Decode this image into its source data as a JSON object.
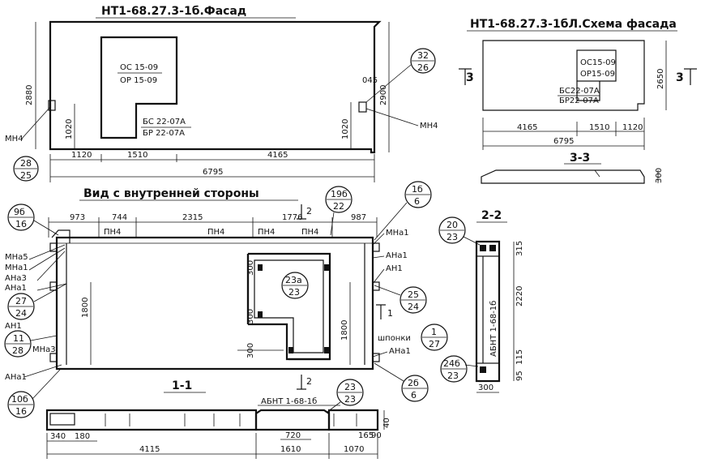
{
  "titles": {
    "facade": "НТ1-68.27.3-1б.Фасад",
    "schema": "НТ1-68.27.3-1бЛ.Схема фасада",
    "inner_view": "Вид с внутренней стороны",
    "section_11": "1-1",
    "section_22": "2-2",
    "section_33": "3-3"
  },
  "facade": {
    "opening_top": "ОС 15-09",
    "opening_bot": "ОР 15-09",
    "door_top": "БС 22-07А",
    "door_bot": "БР 22-07А",
    "dim_height_left": "2880",
    "dim_height_right": "2900",
    "dim_1020_left": "1020",
    "dim_1020_right": "1020",
    "dim_045": "045",
    "dim_1120": "1120",
    "dim_1510": "1510",
    "dim_4165": "4165",
    "dim_6795": "6795",
    "mn_left": "МН4",
    "mn_right": "МН4",
    "callout_left_top": "28",
    "callout_left_bot": "25",
    "callout_right_top": "32",
    "callout_right_bot": "26"
  },
  "schema": {
    "opening_top": "ОС15-09",
    "opening_bot": "ОР15-09",
    "door_top": "БС22-07А",
    "door_bot": "БР22-07А",
    "dim_height": "2650",
    "dim_4165": "4165",
    "dim_1510": "1510",
    "dim_1120": "1120",
    "dim_6795": "6795",
    "cut_left": "3",
    "cut_right": "3",
    "dim_300": "300"
  },
  "inner": {
    "dim_973": "973",
    "dim_744": "744",
    "dim_2315": "2315",
    "dim_1776": "1776",
    "dim_987": "987",
    "pn_1": "ПН4",
    "pn_2": "ПН4",
    "pn_3": "ПН4",
    "pn_4": "ПН4",
    "cut_mark_top": "2",
    "cut_mark_bot": "2",
    "cut_mark_right": "1",
    "left_labels": [
      "МНа5",
      "МНа1",
      "АНа3",
      "АНа1",
      "АН1",
      "МНа3",
      "АНа1"
    ],
    "right_labels": [
      "МНа1",
      "АНа1",
      "АН1",
      "шпонки",
      "АНа1"
    ],
    "dim_1800_left": "1800",
    "dim_1800_right": "1800",
    "dim_300_a": "300",
    "dim_300_b": "300",
    "dim_300_c": "300",
    "callouts": [
      {
        "top": "9б",
        "bot": "16"
      },
      {
        "top": "19б",
        "bot": "22"
      },
      {
        "top": "1б",
        "bot": "6"
      },
      {
        "top": "23а",
        "bot": "23"
      },
      {
        "top": "27",
        "bot": "24"
      },
      {
        "top": "11",
        "bot": "28"
      },
      {
        "top": "25",
        "bot": "24"
      },
      {
        "top": "1",
        "bot": "27"
      },
      {
        "top": "2б",
        "bot": "6"
      },
      {
        "top": "10б",
        "bot": "16"
      },
      {
        "top": "23",
        "bot": "23"
      }
    ]
  },
  "section11": {
    "label": "АБНТ 1-68-1б",
    "dim_340": "340",
    "dim_180": "180",
    "dim_4115": "4115",
    "dim_1610": "1610",
    "dim_1070": "1070",
    "dim_720": "720",
    "dim_165": "165",
    "dim_90": "90",
    "dim_40": "40"
  },
  "section22": {
    "label": "АБНТ 1-68-1б",
    "callout_top": {
      "top": "20",
      "bot": "23"
    },
    "callout_bot": {
      "top": "24б",
      "bot": "23"
    },
    "dim_315": "315",
    "dim_2220": "2220",
    "dim_115": "115",
    "dim_95": "95",
    "dim_300": "300"
  }
}
